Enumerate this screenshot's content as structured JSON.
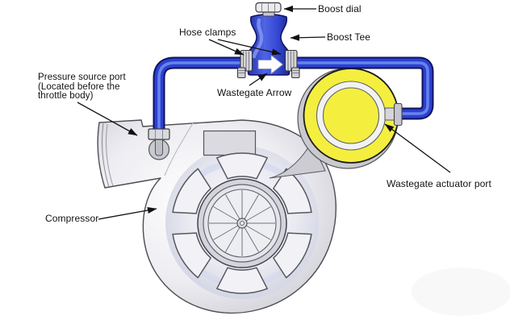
{
  "diagram": {
    "subject": "turbocharger-boost-tee-plumbing-diagram",
    "background_color": "#ffffff",
    "colors": {
      "hose_blue": "#2b41cf",
      "hose_outline": "#10125f",
      "hose_highlight": "#7089f0",
      "tee_outline": "#101060",
      "actuator_yellow": "#f4ef3e",
      "housing_grey": "#d7d7dd",
      "annotation_black": "#111111"
    },
    "labels": {
      "boost_dial": "Boost dial",
      "boost_tee": "Boost Tee",
      "hose_clamps": "Hose clamps",
      "wastegate_arrow": "Wastegate Arrow",
      "pressure_source_port_lines": [
        "Pressure source port",
        "(Located before the",
        "throttle body)"
      ],
      "wastegate_actuator_port": "Wastegate actuator port",
      "compressor": "Compressor"
    }
  }
}
